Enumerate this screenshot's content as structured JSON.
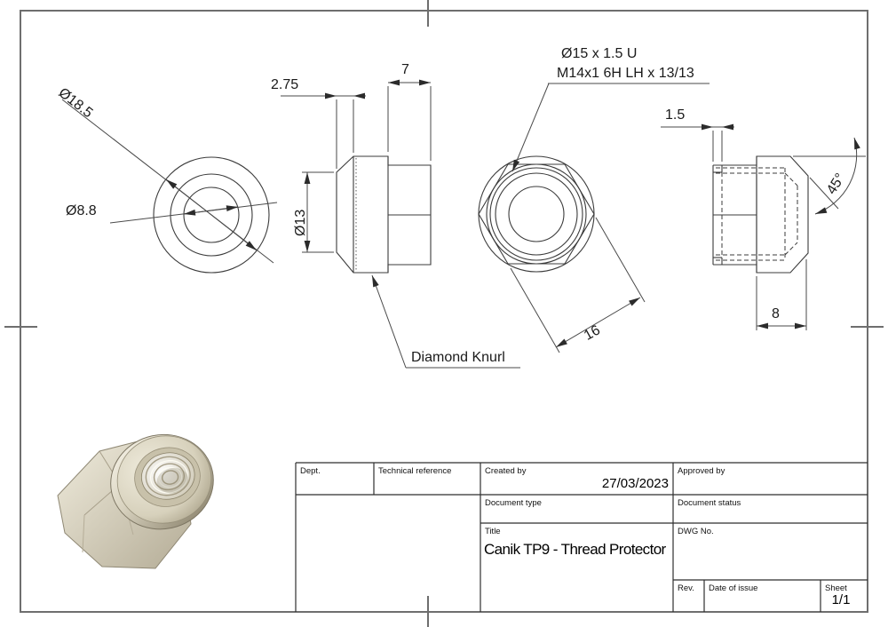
{
  "dimensions": {
    "front_view": {
      "outer_diameter": "Ø18.5",
      "bore_diameter": "Ø8.8"
    },
    "side_view": {
      "chamfer_width": "2.75",
      "hex_length": "7",
      "face_diameter": "Ø13"
    },
    "hex_view": {
      "across_flats": "16"
    },
    "right_view": {
      "relief_width": "1.5",
      "chamfer_angle": "45°",
      "cap_length": "8"
    }
  },
  "notes": {
    "thread_note_line1": "Ø15 x 1.5 U",
    "thread_note_line2": "M14x1 6H LH x 13/13",
    "knurl_note": "Diamond Knurl"
  },
  "title_block": {
    "dept_label": "Dept.",
    "technical_reference_label": "Technical reference",
    "created_by_label": "Created by",
    "created_date": "27/03/2023",
    "approved_by_label": "Approved by",
    "document_type_label": "Document type",
    "document_status_label": "Document status",
    "title_label": "Title",
    "title": "Canik TP9 - Thread Protector",
    "dwg_no_label": "DWG No.",
    "rev_label": "Rev.",
    "date_of_issue_label": "Date of issue",
    "sheet_label": "Sheet",
    "sheet_value": "1/1"
  },
  "thumbnail": {
    "material_color": "#d9d3c0"
  }
}
